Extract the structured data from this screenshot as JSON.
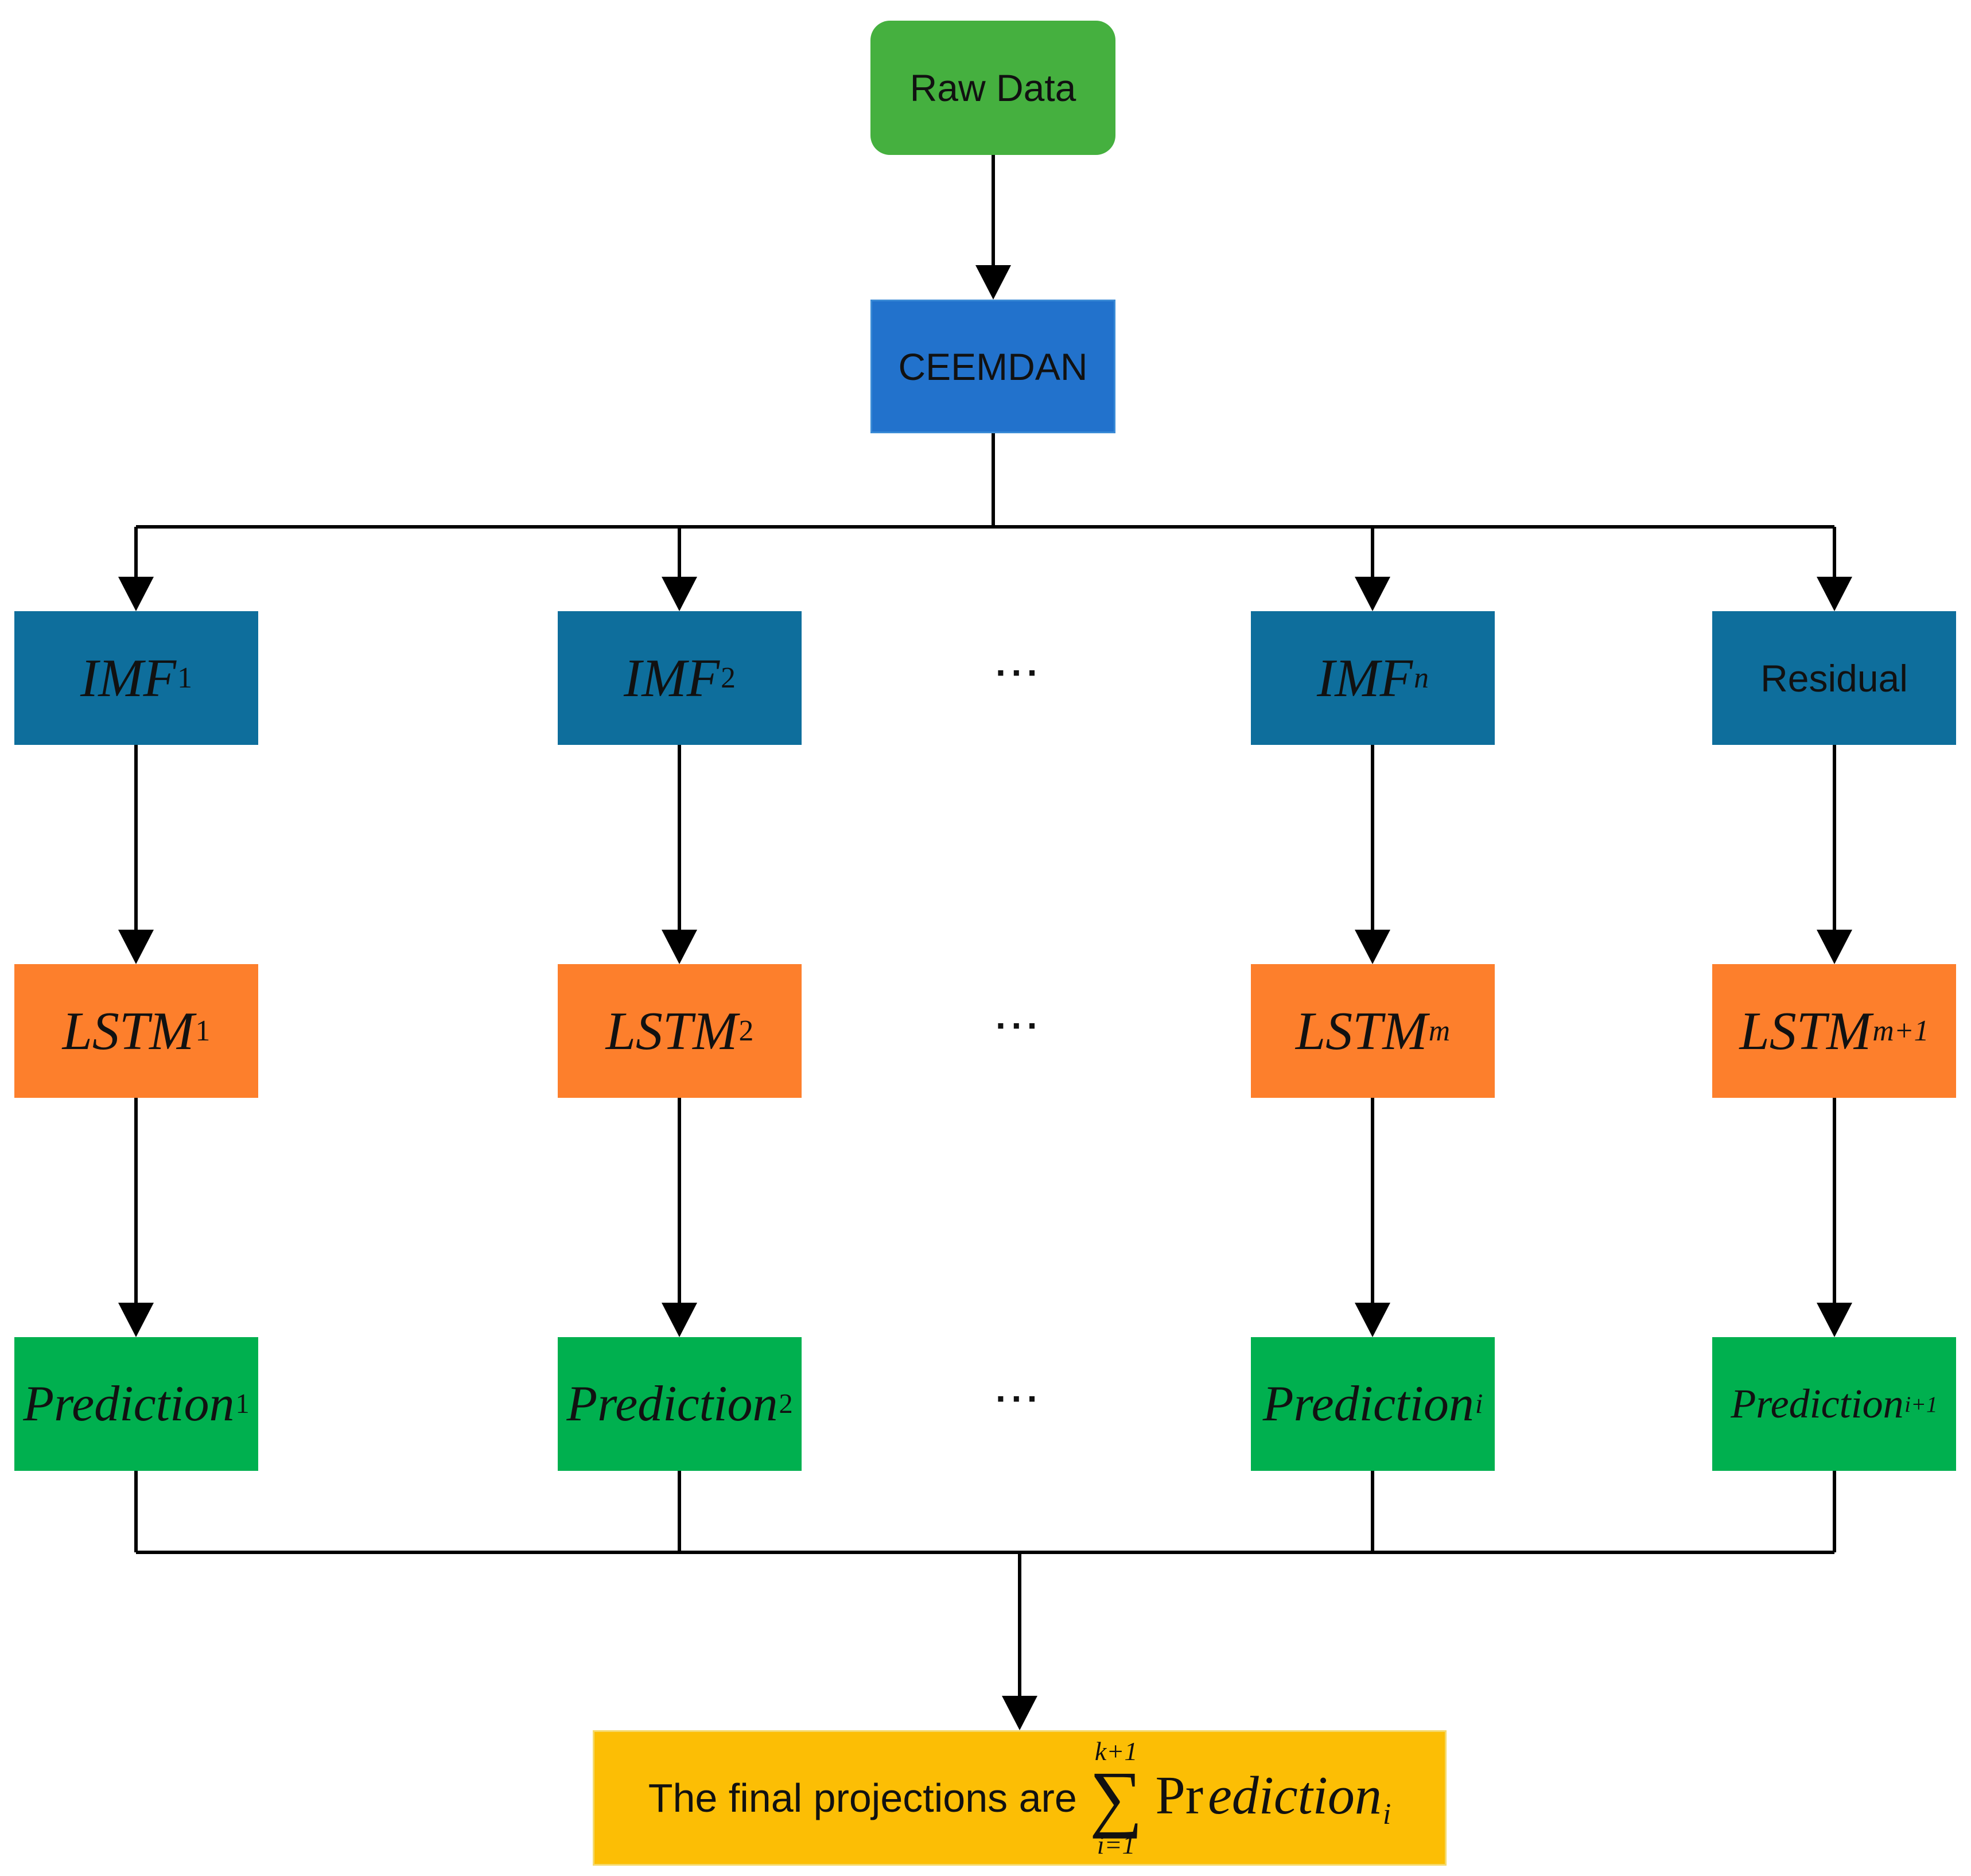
{
  "colors": {
    "raw_data": "#45b03f",
    "ceemdan": "#2272cc",
    "imf": "#0e6e9c",
    "lstm": "#fd7f2c",
    "prediction": "#00b04f",
    "final": "#fcbe05",
    "line": "#000000"
  },
  "nodes": {
    "raw_data": "Raw Data",
    "ceemdan": "CEEMDAN",
    "imf": [
      {
        "base": "IMF",
        "sub": "1"
      },
      {
        "base": "IMF",
        "sub": "2"
      },
      {
        "base": "IMF",
        "sub": "n"
      }
    ],
    "residual": "Residual",
    "lstm": [
      {
        "base": "LSTM",
        "sub": "1"
      },
      {
        "base": "LSTM",
        "sub": "2"
      },
      {
        "base": "LSTM",
        "sub": "m"
      },
      {
        "base": "LSTM",
        "sub": "m+1"
      }
    ],
    "prediction": [
      {
        "base": "Prediction",
        "sub": "1"
      },
      {
        "base": "Prediction",
        "sub": "2"
      },
      {
        "base": "Prediction",
        "sub": "i"
      },
      {
        "base": "Prediction",
        "sub": "i+1"
      }
    ],
    "ellipsis": "···",
    "final": {
      "text": "The final projections are",
      "sum_upper": "k+1",
      "sum_lower": "i=1",
      "sum_symbol": "∑",
      "term_upright": "Pr",
      "term_italic": "ediction",
      "term_sub": "i"
    }
  }
}
